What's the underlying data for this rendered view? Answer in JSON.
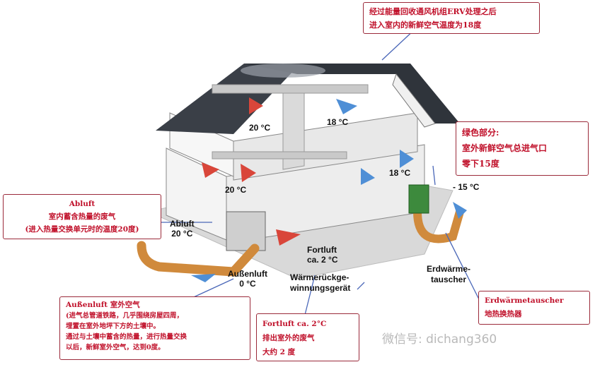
{
  "colors": {
    "callout_border": "#9b2a3a",
    "callout_text": "#c0102a",
    "roof": "#3a3f47",
    "duct": "#d08a3c",
    "arrow_warm": "#d9463a",
    "arrow_cool": "#4f8fd6",
    "wall": "#f2f2f2"
  },
  "callouts": {
    "top": {
      "lines": [
        "经过能量回收通风机组ERV处理之后",
        "进入室内的新鲜空气温度为18度"
      ]
    },
    "green": {
      "lines": [
        "绿色部分:",
        "室外新鲜空气总进气口",
        "零下15度"
      ]
    },
    "abluft": {
      "title": "Abluft",
      "lines": [
        "室内蓄含热量的废气",
        "(进入热量交换单元时的温度20度)"
      ]
    },
    "aussenluft": {
      "title": "Außenluft 室外空气",
      "lines": [
        "(进气总管道铁路，几乎围绕房屋四周，",
        "埋置在室外地坪下方的土壤中。",
        "通过与土壤中蓄含的热量，进行热量交换",
        "以后，新鲜室外空气，达到0度。"
      ]
    },
    "fortluft": {
      "title": "Fortluft ca. 2°C",
      "lines": [
        "排出室外的废气",
        "大约 2 度"
      ]
    },
    "erdwaerme": {
      "lines": [
        "Erdwärmetauscher",
        "地热换热器"
      ]
    }
  },
  "labels": {
    "abluft": [
      "Abluft",
      "20 °C"
    ],
    "fortluft": [
      "Fortluft",
      "ca. 2 °C"
    ],
    "aussenluft": [
      "Außenluft",
      "0 °C"
    ],
    "waermerueck": [
      "Wärmerückge-",
      "winnungsgerät"
    ],
    "erdwaerme": [
      "Erdwärme-",
      "tauscher"
    ],
    "minus15": "- 15 °C"
  },
  "temps": [
    "20 °C",
    "18 °C",
    "20 °C",
    "18 °C"
  ],
  "watermark": "微信号: dichang360"
}
